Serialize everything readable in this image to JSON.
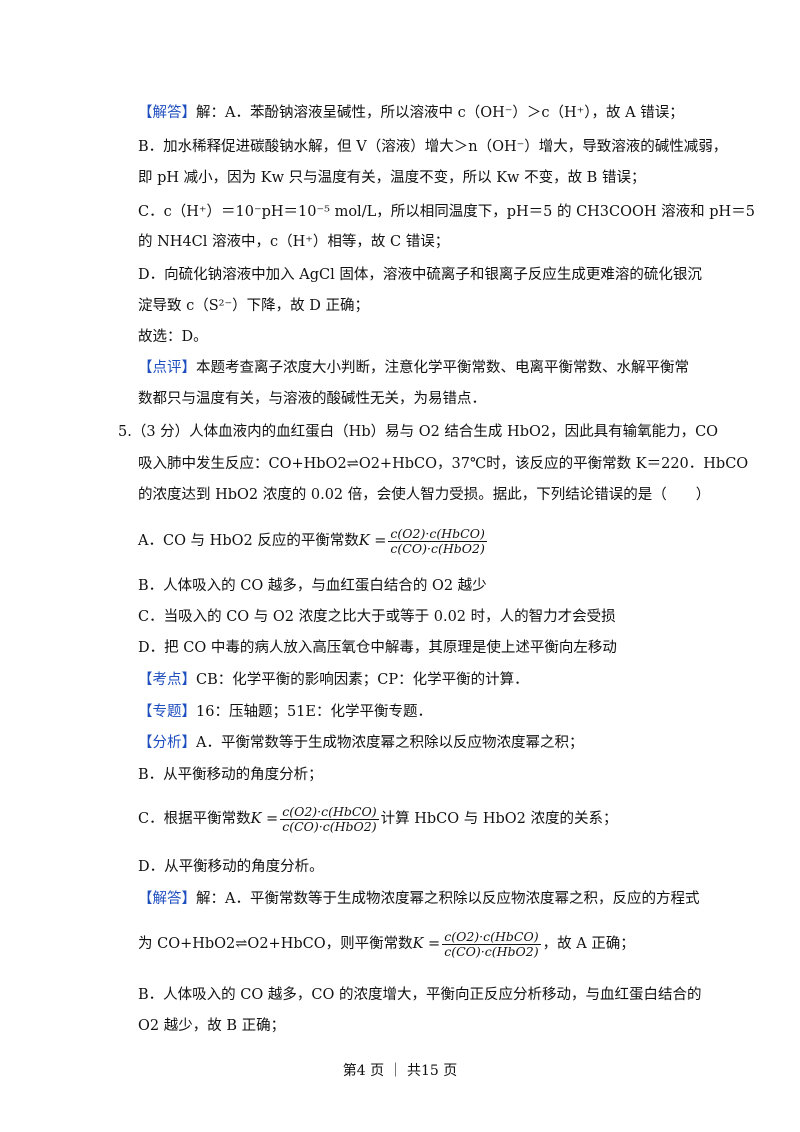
{
  "analysis_q4": {
    "label": "【解答】",
    "a_text": "解：A．苯酚钠溶液呈碱性，所以溶液中 c（OH⁻）＞c（H⁺），故 A 错误；",
    "b_line1": "B．加水稀释促进碳酸钠水解，但 V（溶液）增大＞n（OH⁻）增大，导致溶液的碱性减弱，",
    "b_line2": "即 pH 减小，因为 Kw 只与温度有关，温度不变，所以 Kw 不变，故 B 错误；",
    "c_line1": "C．c（H⁺）＝10⁻pH＝10⁻⁵ mol/L，所以相同温度下，pH＝5 的 CH3COOH 溶液和 pH＝5",
    "c_line2": "的 NH4Cl 溶液中，c（H⁺）相等，故 C 错误；",
    "d_line1": "D．向硫化钠溶液中加入 AgCl 固体，溶液中硫离子和银离子反应生成更难溶的硫化银沉",
    "d_line2": "淀导致 c（S²⁻）下降，故 D 正确；",
    "choice": "故选：D。"
  },
  "comment_q4": {
    "label": "【点评】",
    "line1": "本题考查离子浓度大小判断，注意化学平衡常数、电离平衡常数、水解平衡常",
    "line2": "数都只与温度有关，与溶液的酸碱性无关，为易错点．"
  },
  "question5": {
    "number": "5.",
    "line1": "（3 分）人体血液内的血红蛋白（Hb）易与 O2 结合生成 HbO2，因此具有输氧能力，CO",
    "line2": "吸入肺中发生反应：CO+HbO2⇌O2+HbCO，37℃时，该反应的平衡常数 K＝220．HbCO",
    "line3": "的浓度达到 HbO2 浓度的 0.02 倍，会使人智力受损。据此，下列结论错误的是（　　）",
    "option_a": "A．CO 与 HbO2 反应的平衡常数",
    "option_b": "B．人体吸入的 CO 越多，与血红蛋白结合的 O2 越少",
    "option_c": "C．当吸入的 CO 与 O2 浓度之比大于或等于 0.02 时，人的智力才会受损",
    "option_d": "D．把 CO 中毒的病人放入高压氧仓中解毒，其原理是使上述平衡向左移动"
  },
  "formula": {
    "k": "K =",
    "numerator": "c(O2)·c(HbCO)",
    "denominator": "c(CO)·c(HbO2)"
  },
  "kaodian": {
    "label": "【考点】",
    "text": "CB：化学平衡的影响因素；CP：化学平衡的计算．"
  },
  "zhuanti": {
    "label": "【专题】",
    "text": "16：压轴题；51E：化学平衡专题．"
  },
  "fenxi": {
    "label": "【分析】",
    "a": "A．平衡常数等于生成物浓度幂之积除以反应物浓度幂之积；",
    "b": "B．从平衡移动的角度分析；",
    "c_pre": "C．根据平衡常数",
    "c_post": "计算 HbCO 与 HbO2 浓度的关系；",
    "d": "D．从平衡移动的角度分析。"
  },
  "jieda_q5": {
    "label": "【解答】",
    "a_line1": "解：A．平衡常数等于生成物浓度幂之积除以反应物浓度幂之积，反应的方程式",
    "a_line2_pre": "为 CO+HbO2⇌O2+HbCO，则平衡常数",
    "a_line2_post": "，故 A 正确；",
    "b_line1": "B．人体吸入的 CO 越多，CO 的浓度增大，平衡向正反应分析移动，与血红蛋白结合的",
    "b_line2": "O2 越少，故 B 正确；"
  },
  "footer": {
    "text": "第4 页 ｜ 共15 页"
  }
}
